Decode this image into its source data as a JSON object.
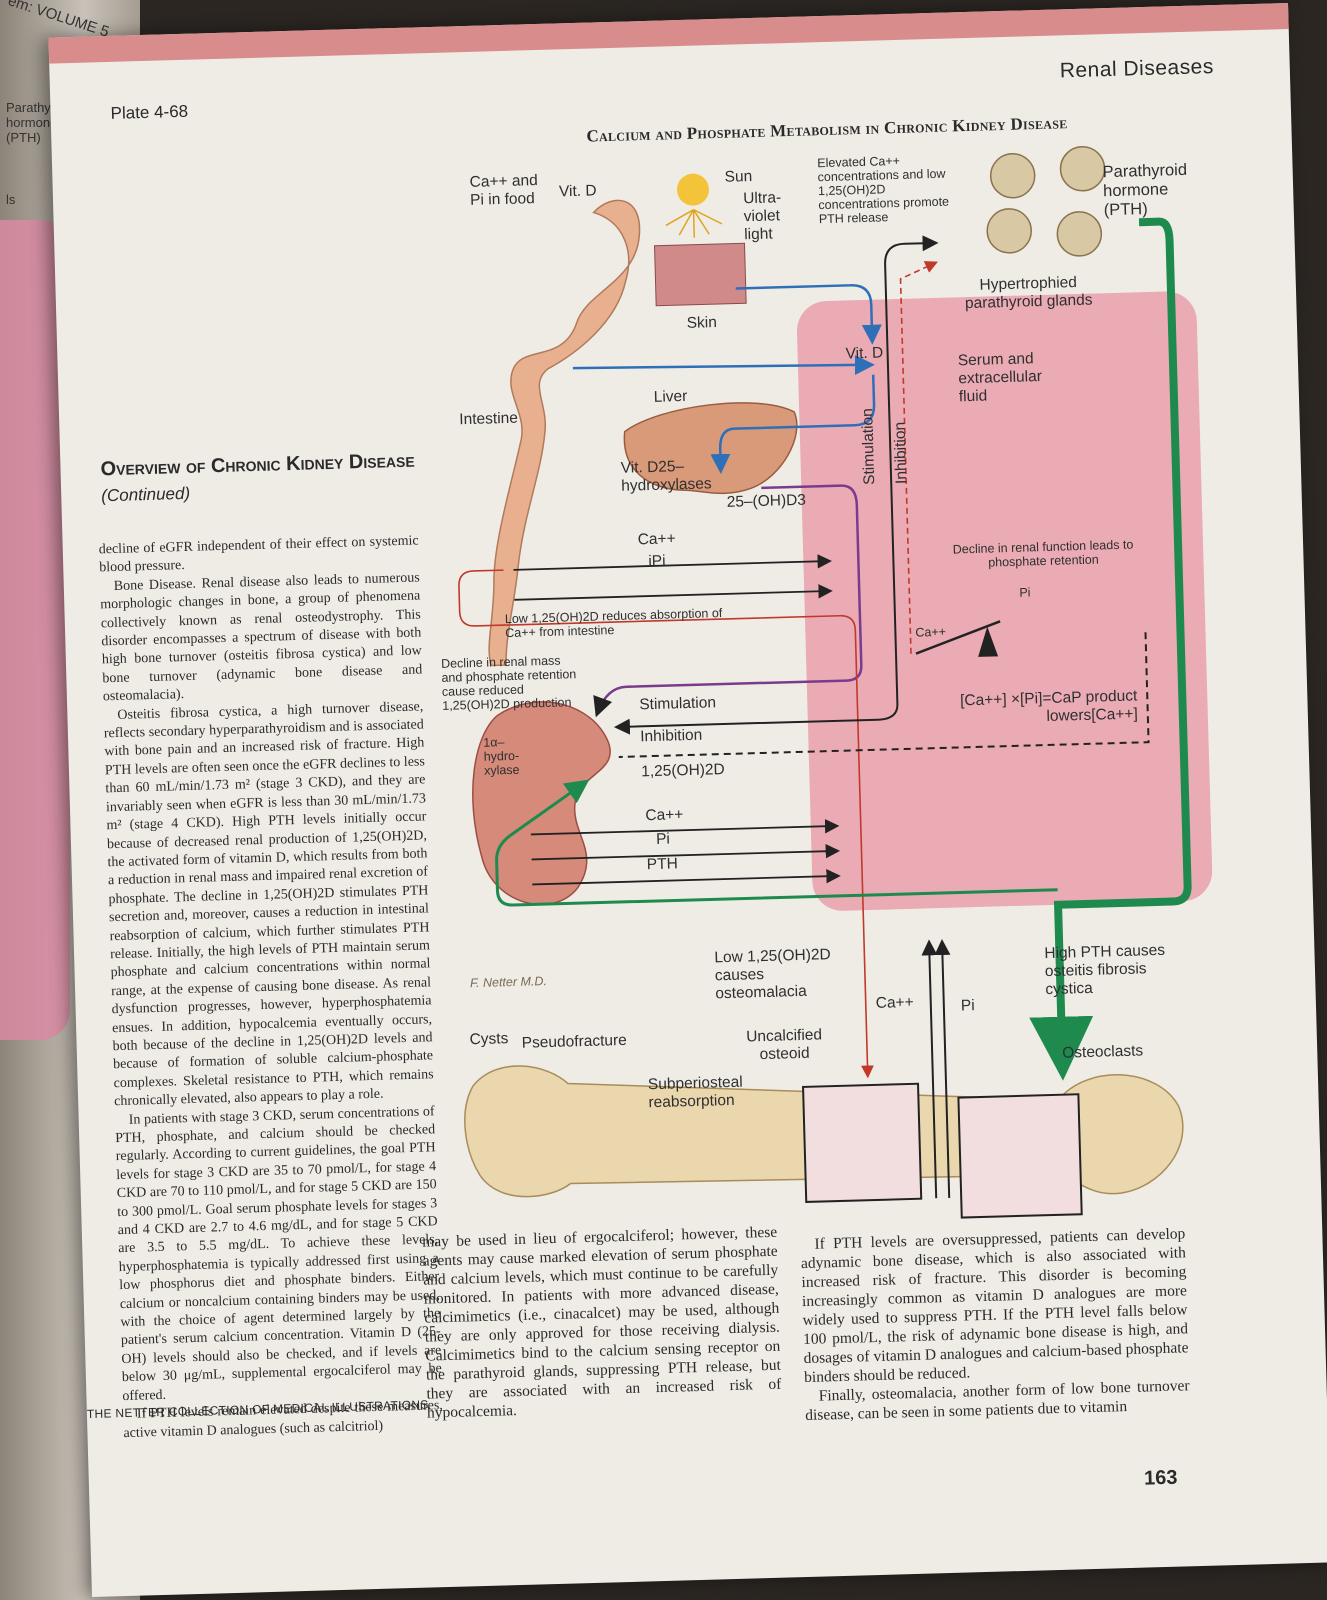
{
  "left_page": {
    "header": "em: VOLUME 5",
    "label": "Parathyroid hormone (PTH)",
    "label2": "ls"
  },
  "header": {
    "plate": "Plate 4-68",
    "running_head": "Renal Diseases"
  },
  "figure": {
    "title": "Calcium and Phosphate Metabolism in Chronic Kidney Disease",
    "labels": {
      "ca_pi_food": "Ca++ and Pi in food",
      "vitd_top": "Vit. D",
      "sun": "Sun",
      "uv": "Ultra- violet light",
      "skin": "Skin",
      "elevated": "Elevated Ca++ concentrations and low 1,25(OH)2D concentrations promote PTH release",
      "pth": "Parathyroid hormone (PTH)",
      "hyper_glands": "Hypertrophied parathyroid glands",
      "vitd_mid": "Vit. D",
      "serum": "Serum and extracellular fluid",
      "intestine": "Intestine",
      "liver": "Liver",
      "vit_d25": "Vit. D25– hydroxylases",
      "oh_d3": "25–(OH)D3",
      "stimulation_v": "Stimulation",
      "inhibition_v": "Inhibition",
      "ca_arrow": "Ca++",
      "pi_arrow": "iPi",
      "low_absorption": "Low 1,25(OH)2D reduces absorption of Ca++ from intestine",
      "decline_renal": "Decline in renal function leads to phosphate retention",
      "pi_circle": "Pi",
      "ca_circle": "Ca++",
      "decline_mass": "Decline in renal mass and phosphate retention cause reduced 1,25(OH)2D production",
      "stimulation": "Stimulation",
      "inhibition": "Inhibition",
      "hydroxylase": "1α– hydro- xylase",
      "oh2d": "1,25(OH)2D",
      "ca_k": "Ca++",
      "pi_k": "Pi",
      "pth_k": "PTH",
      "product": "[Ca++] ×[Pi]=CaP product lowers[Ca++]",
      "low_osteomalacia": "Low 1,25(OH)2D causes osteomalacia",
      "high_pth": "High PTH causes osteitis fibrosis cystica",
      "ca_bone": "Ca++",
      "pi_bone": "Pi",
      "cysts": "Cysts",
      "pseudofracture": "Pseudofracture",
      "uncalcified": "Uncalcified osteoid",
      "osteoclasts": "Osteoclasts",
      "subperiosteal": "Subperiosteal reabsorption",
      "signature": "F. Netter M.D."
    }
  },
  "section": {
    "title": "Overview of Chronic Kidney Disease",
    "subtitle": "(Continued)"
  },
  "body": {
    "left": [
      "decline of eGFR independent of their effect on systemic blood pressure.",
      "Bone Disease. Renal disease also leads to numerous morphologic changes in bone, a group of phenomena collectively known as renal osteodystrophy. This disorder encompasses a spectrum of disease with both high bone turnover (osteitis fibrosa cystica) and low bone turnover (adynamic bone disease and osteomalacia).",
      "Osteitis fibrosa cystica, a high turnover disease, reflects secondary hyperparathyroidism and is associated with bone pain and an increased risk of fracture. High PTH levels are often seen once the eGFR declines to less than 60 mL/min/1.73 m² (stage 3 CKD), and they are invariably seen when eGFR is less than 30 mL/min/1.73 m² (stage 4 CKD). High PTH levels initially occur because of decreased renal production of 1,25(OH)2D, the activated form of vitamin D, which results from both a reduction in renal mass and impaired renal excretion of phosphate. The decline in 1,25(OH)2D stimulates PTH secretion and, moreover, causes a reduction in intestinal reabsorption of calcium, which further stimulates PTH release. Initially, the high levels of PTH maintain serum phosphate and calcium concentrations within normal range, at the expense of causing bone disease. As renal dysfunction progresses, however, hyperphosphatemia ensues. In addition, hypocalcemia eventually occurs, both because of the decline in 1,25(OH)2D levels and because of formation of soluble calcium-phosphate complexes. Skeletal resistance to PTH, which remains chronically elevated, also appears to play a role.",
      "In patients with stage 3 CKD, serum concentrations of PTH, phosphate, and calcium should be checked regularly. According to current guidelines, the goal PTH levels for stage 3 CKD are 35 to 70 pmol/L, for stage 4 CKD are 70 to 110 pmol/L, and for stage 5 CKD are 150 to 300 pmol/L. Goal serum phosphate levels for stages 3 and 4 CKD are 2.7 to 4.6 mg/dL, and for stage 5 CKD are 3.5 to 5.5 mg/dL. To achieve these levels, hyperphosphatemia is typically addressed first using a low phosphorus diet and phosphate binders. Either calcium or noncalcium containing binders may be used, with the choice of agent determined largely by the patient's serum calcium concentration. Vitamin D (25-OH) levels should also be checked, and if levels are below 30 μg/mL, supplemental ergocalciferol may be offered.",
      "If PTH levels remain elevated despite these measures, active vitamin D analogues (such as calcitriol)"
    ],
    "mid": "may be used in lieu of ergocalciferol; however, these agents may cause marked elevation of serum phosphate and calcium levels, which must continue to be carefully monitored. In patients with more advanced disease, calcimimetics (i.e., cinacalcet) may be used, although they are only approved for those receiving dialysis. Calcimimetics bind to the calcium sensing receptor on the parathyroid glands, suppressing PTH release, but they are associated with an increased risk of hypocalcemia.",
    "right": [
      "If PTH levels are oversuppressed, patients can develop adynamic bone disease, which is also associated with increased risk of fracture. This disorder is becoming increasingly common as vitamin D analogues are more widely used to suppress PTH. If the PTH level falls below 100 pmol/L, the risk of adynamic bone disease is high, and dosages of vitamin D analogues and calcium-based phosphate binders should be reduced.",
      "Finally, osteomalacia, another form of low bone turnover disease, can be seen in some patients due to vitamin"
    ]
  },
  "footer": {
    "collection": "THE NETTER COLLECTION OF MEDICAL ILLUSTRATIONS",
    "page_number": "163"
  },
  "colors": {
    "pink_box": "#e9a4ae",
    "blue_arrow": "#2f6fb8",
    "green_arrow": "#1e8a4e",
    "purple_arrow": "#7a3b8f",
    "red_arrow": "#c0392b"
  }
}
